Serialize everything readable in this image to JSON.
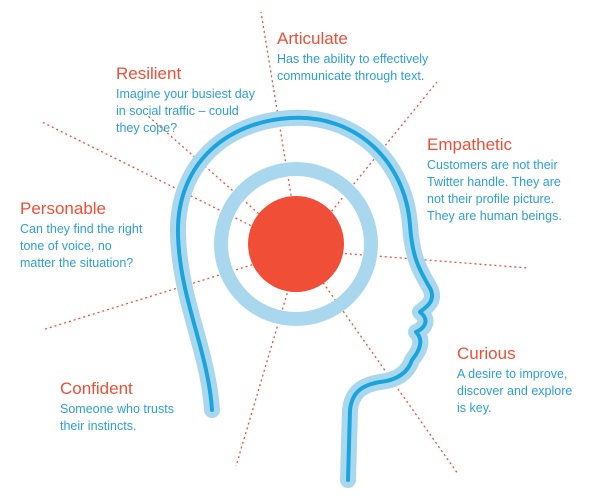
{
  "colors": {
    "accent_red": "#f04e37",
    "text_blue": "#2c9fd9",
    "outline_light_blue": "#a9d8ee",
    "outline_dark_blue": "#1aa3dc"
  },
  "traits": [
    {
      "title": "Articulate",
      "desc": "Has the ability to effectively communicate through text."
    },
    {
      "title": "Resilient",
      "desc": "Imagine your busiest day in social traffic – could they cope?"
    },
    {
      "title": "Empathetic",
      "desc": "Customers are not their Twitter handle. They are not their profile picture. They are human beings."
    },
    {
      "title": "Personable",
      "desc": "Can they find the right tone of voice, no matter the situation?"
    },
    {
      "title": "Curious",
      "desc": "A desire to improve, discover and explore is key."
    },
    {
      "title": "Confident",
      "desc": "Someone who trusts their instincts."
    }
  ]
}
